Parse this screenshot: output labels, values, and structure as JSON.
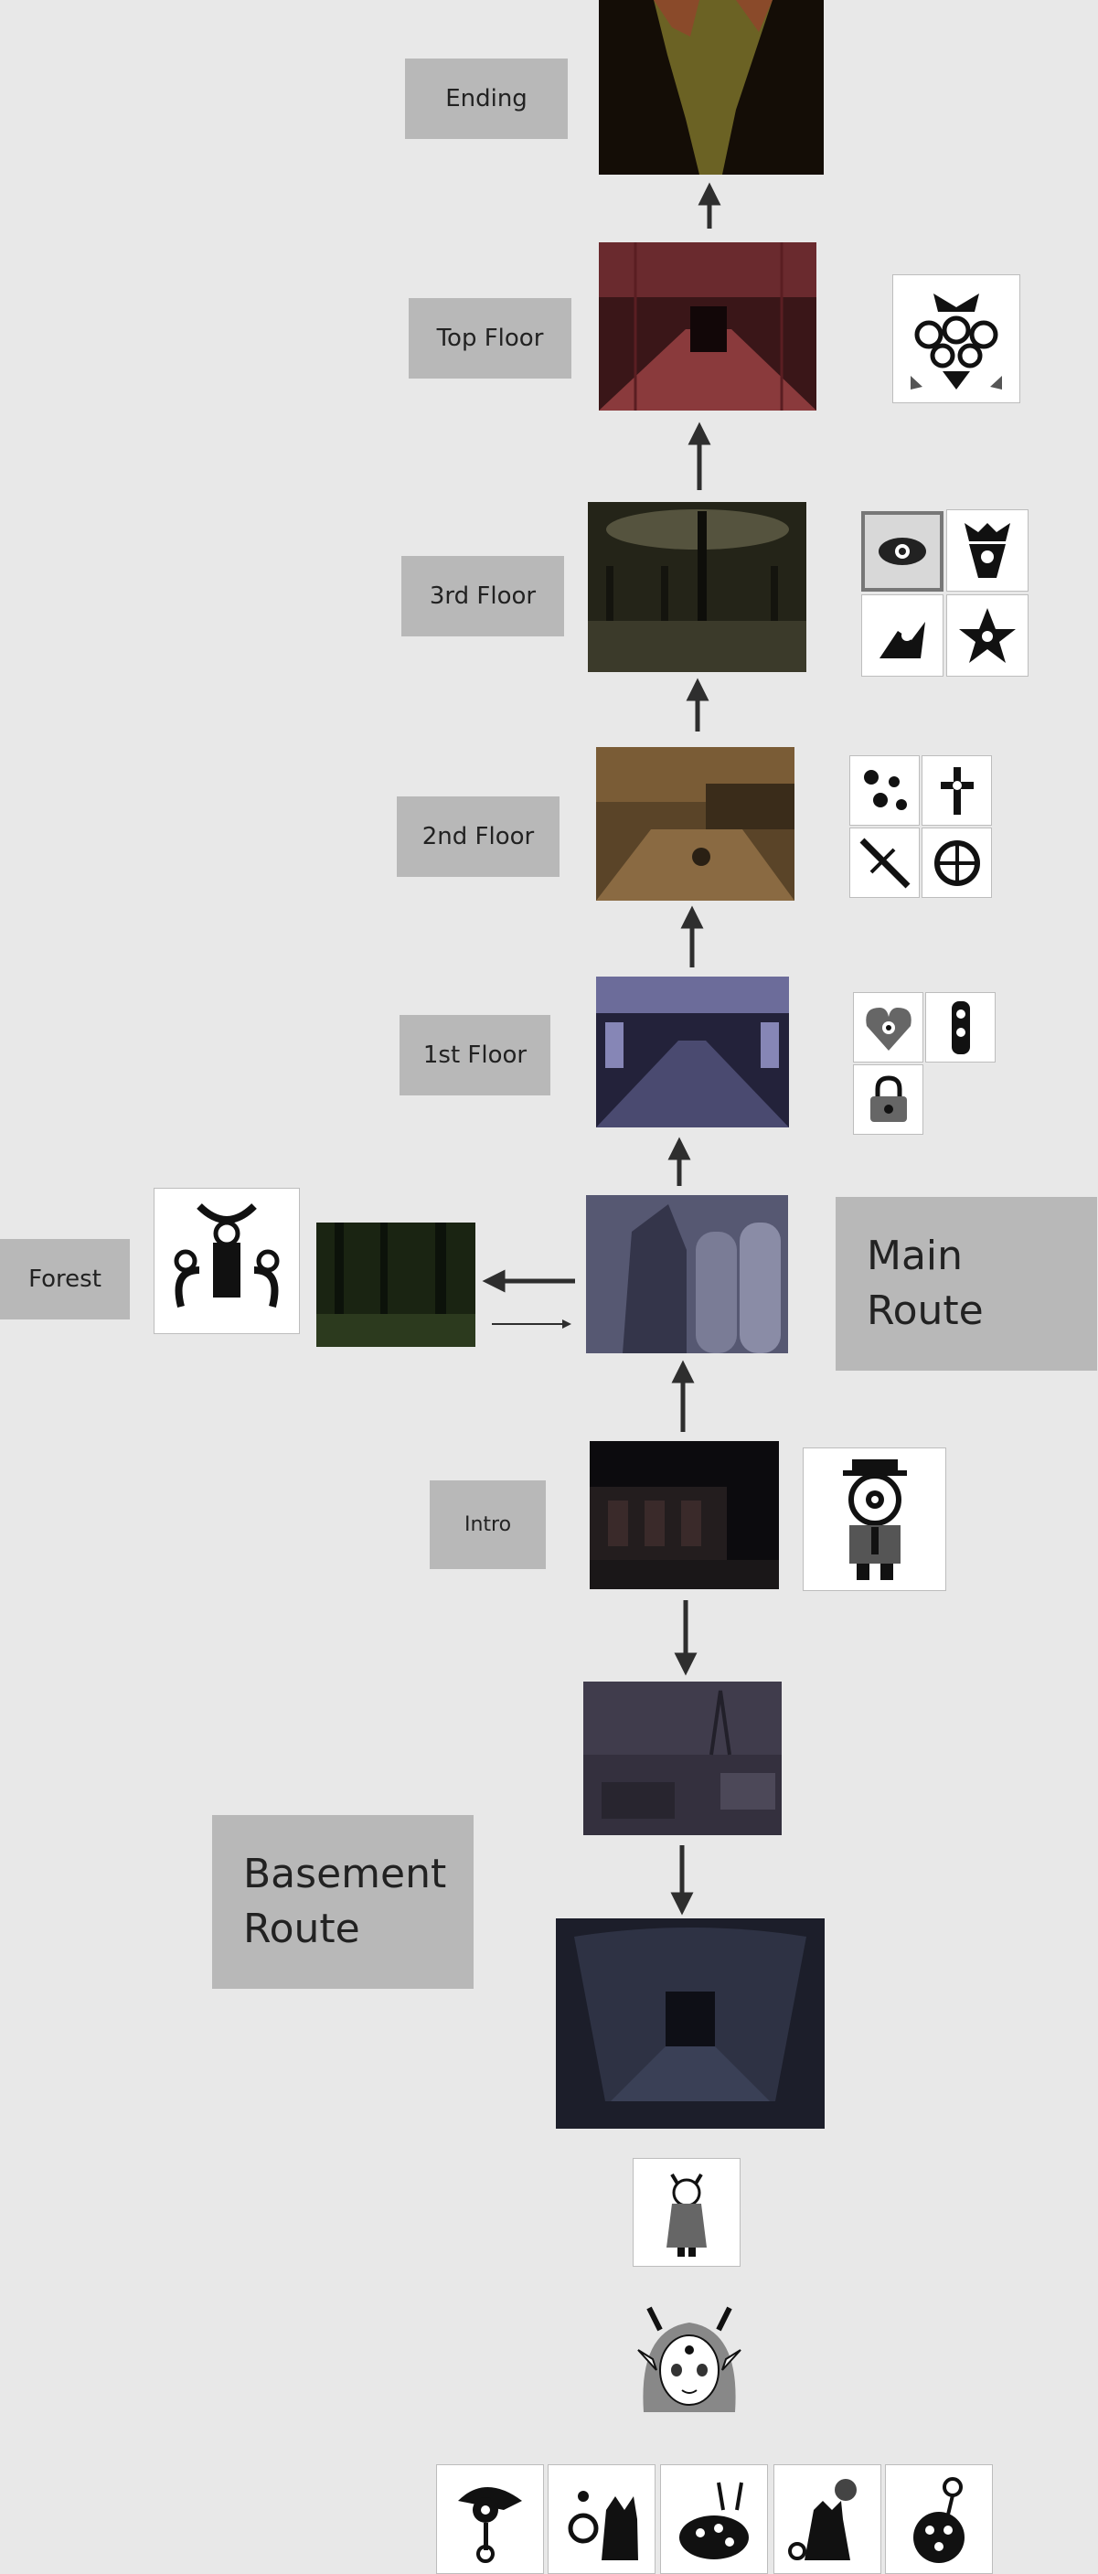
{
  "labels": {
    "ending": "Ending",
    "top_floor": "Top Floor",
    "third_floor": "3rd Floor",
    "second_floor": "2nd Floor",
    "first_floor": "1st Floor",
    "forest": "Forest",
    "main_route_line1": "Main",
    "main_route_line2": "Route",
    "intro": "Intro",
    "basement_route_line1": "Basement",
    "basement_route_line2": "Route"
  },
  "colors": {
    "background": "#e8e8e8",
    "label_box": "#b8b8b8",
    "arrow": "#2e2e2e"
  },
  "scenes": [
    "ending-scene",
    "top-floor-scene",
    "third-floor-scene",
    "second-floor-scene",
    "first-floor-scene",
    "forest-scene",
    "main-route-scene",
    "intro-scene",
    "basement-entrance-scene",
    "basement-scene"
  ],
  "sprites": [
    "top-floor-boss-sprite",
    "third-floor-sprites",
    "second-floor-sprites",
    "first-floor-sprites",
    "forest-sprite",
    "intro-character-sprite",
    "basement-small-sprite",
    "basement-portrait",
    "basement-creature-sprites"
  ]
}
